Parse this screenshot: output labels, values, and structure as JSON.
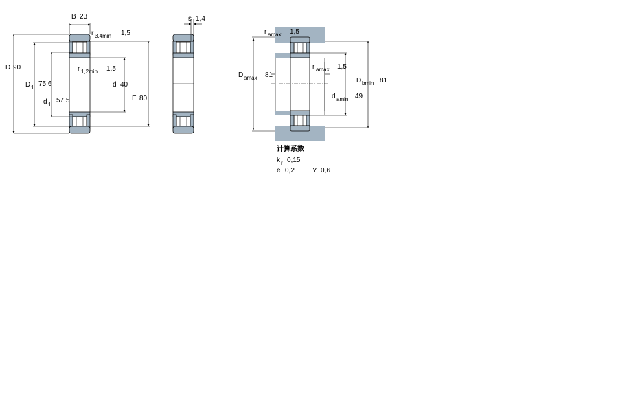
{
  "drawing1": {
    "B": {
      "sym": "B",
      "val": "23"
    },
    "r34": {
      "sym": "r",
      "sub": "3,4min",
      "val": "1,5"
    },
    "r12": {
      "sym": "r",
      "sub": "1,2min",
      "val": "1,5"
    },
    "D": {
      "sym": "D",
      "val": "90"
    },
    "D1": {
      "sym": "D",
      "sub": "1",
      "val": "75,6"
    },
    "d1": {
      "sym": "d",
      "sub": "1",
      "val": "57,5"
    },
    "d": {
      "sym": "d",
      "val": "40"
    },
    "E": {
      "sym": "E",
      "val": "80"
    }
  },
  "drawing2": {
    "s": {
      "sym": "s",
      "val": "1,4"
    }
  },
  "drawing3": {
    "ra_top": {
      "sym": "r",
      "sub": "amax",
      "val": "1,5"
    },
    "ra_mid": {
      "sym": "r",
      "sub": "amax",
      "val": "1,5"
    },
    "Da": {
      "sym": "D",
      "sub": "amax",
      "val": "81"
    },
    "Db": {
      "sym": "D",
      "sub": "bmin",
      "val": "81"
    },
    "da": {
      "sym": "d",
      "sub": "amin",
      "val": "49"
    }
  },
  "factors": {
    "title": "计算系数",
    "kr": {
      "sym": "k",
      "sub": "r",
      "val": "0,15"
    },
    "e": {
      "sym": "e",
      "val": "0,2"
    },
    "Y": {
      "sym": "Y",
      "val": "0,6"
    }
  },
  "colors": {
    "ring": "#a3b4c2",
    "housing": "#a3b4c2"
  }
}
